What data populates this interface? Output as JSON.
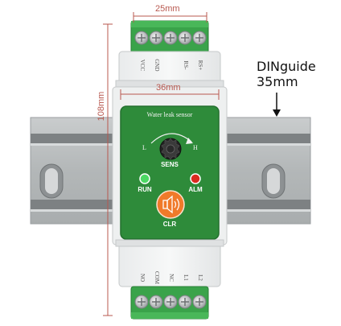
{
  "dimensions": {
    "top_width": "25mm",
    "height": "108mm",
    "body_width": "36mm"
  },
  "callout": {
    "line1": "DINguide",
    "line2": "35mm"
  },
  "terminals": {
    "top": [
      "VCC",
      "GND",
      "RS-",
      "RS+"
    ],
    "bottom": [
      "NO",
      "COM",
      "NC",
      "L1",
      "L2"
    ]
  },
  "panel": {
    "title": "Water leak sensor",
    "knob_left": "L",
    "knob_right": "H",
    "knob_label": "SENS",
    "run_label": "RUN",
    "alm_label": "ALM",
    "clr_label": "CLR"
  },
  "colors": {
    "panel_green": "#2e8b3a",
    "terminal_green": "#3aa34a",
    "rail": "#b9bdbe",
    "dimension_line": "#b8584f",
    "run_led": "#4cd964",
    "alm_led": "#d92b20",
    "clr_button": "#f07a2a"
  },
  "icons": {
    "knob": "rotary-knob-icon",
    "speaker": "speaker-icon",
    "arrow": "arrow-down-icon"
  }
}
